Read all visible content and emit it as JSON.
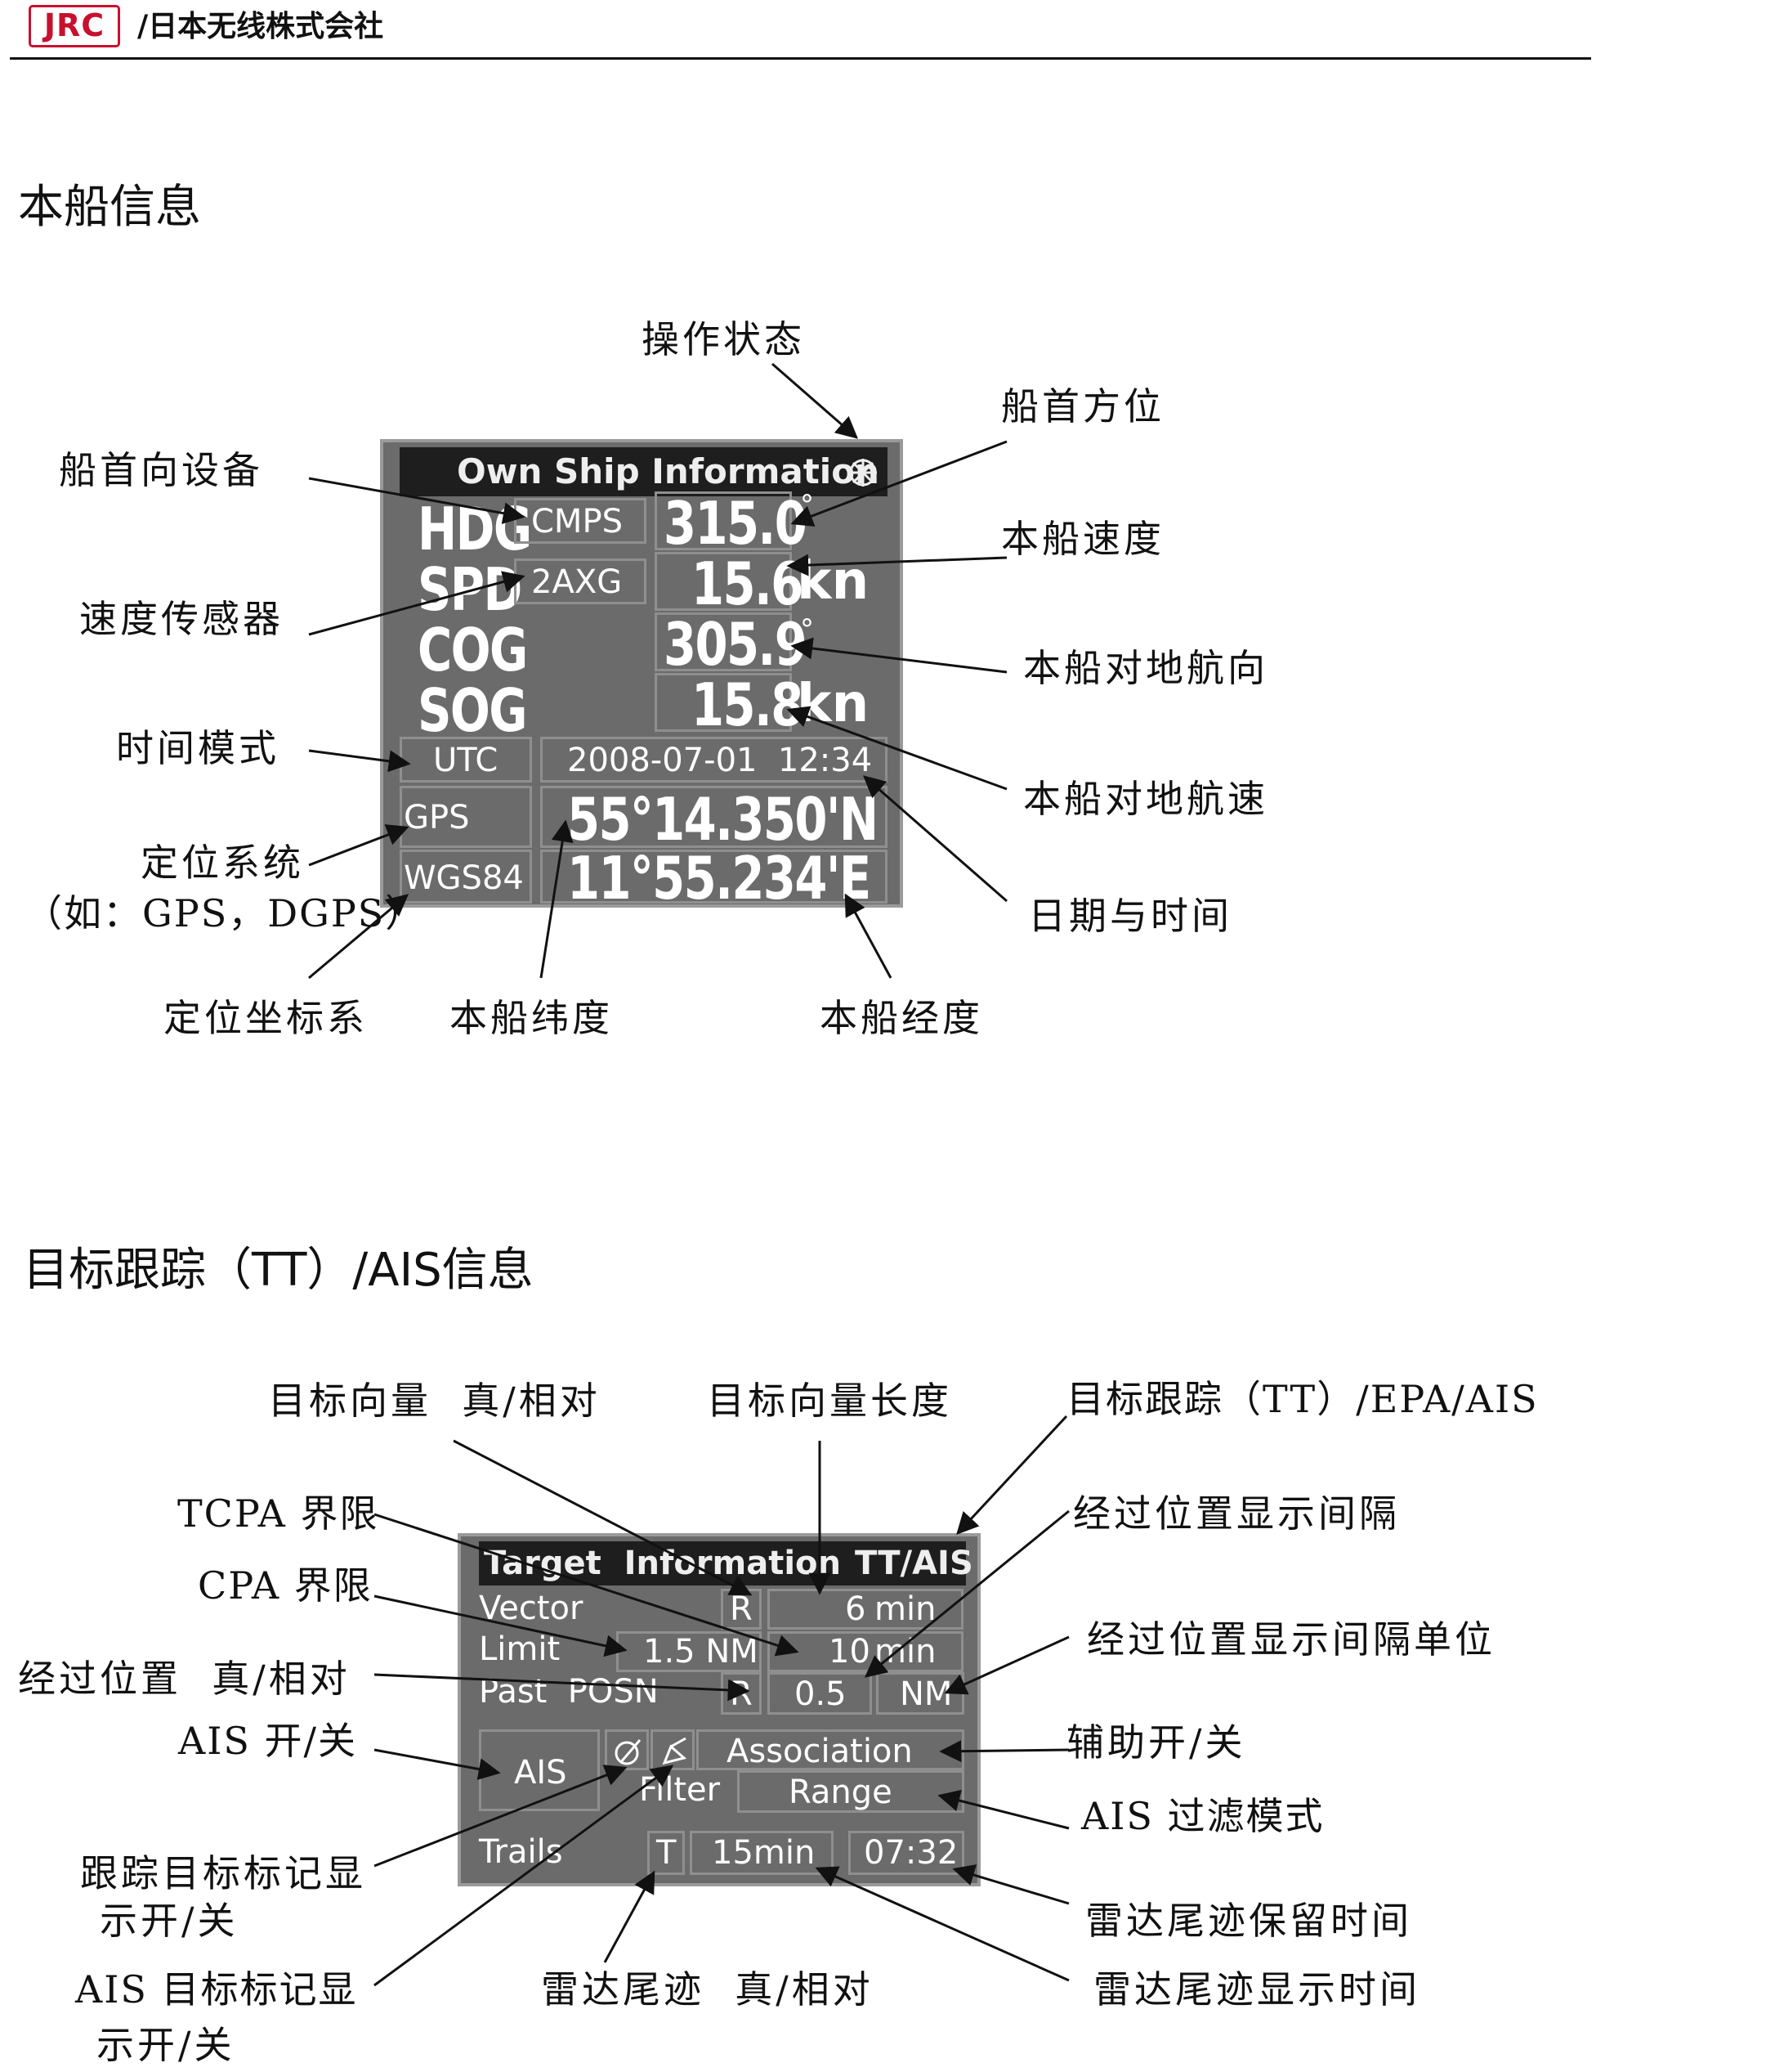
{
  "header": {
    "logo": "JRC",
    "company": "/日本无线株式会社"
  },
  "section1": {
    "title": "本船信息",
    "panel": {
      "title": "Own Ship Information",
      "status_icon": "wheel-icon",
      "hdg": {
        "label": "HDG",
        "source": "CMPS",
        "value": "315.0",
        "unit": "°"
      },
      "spd": {
        "label": "SPD",
        "source": "2AXG",
        "value": "15.6",
        "unit": "kn"
      },
      "cog": {
        "label": "COG",
        "value": "305.9",
        "unit": "°"
      },
      "sog": {
        "label": "SOG",
        "value": "15.8",
        "unit": "kn"
      },
      "time_mode": "UTC",
      "datetime": "2008-07-01  12:34",
      "pos_system": "GPS",
      "datum": "WGS84",
      "lat": "55°14.350'N",
      "lon": "11°55.234'E"
    },
    "labels": {
      "op_state": "操作状态",
      "heading_dev": "船首向设备",
      "heading": "船首方位",
      "speed": "本船速度",
      "speed_sensor": "速度传感器",
      "cog": "本船对地航向",
      "time_mode": "时间模式",
      "sog": "本船对地航速",
      "pos_sys_1": "定位系统",
      "pos_sys_2": "（如：GPS，DGPS）",
      "datetime": "日期与时间",
      "datum": "定位坐标系",
      "lat": "本船纬度",
      "lon": "本船经度"
    }
  },
  "section2": {
    "title": "目标跟踪（TT）/AIS信息",
    "panel": {
      "title": "Target  Information",
      "mode": "TT/AIS",
      "vector": {
        "label": "Vector",
        "mode": "R",
        "value": "6",
        "unit": "min"
      },
      "limit": {
        "label": "Limit",
        "cpa": "1.5 NM",
        "tcpa": "10",
        "tcpa_unit": "min"
      },
      "past": {
        "label": "Past  POSN",
        "mode": "R",
        "value": "0.5",
        "unit": "NM"
      },
      "ais": "AIS",
      "association": "Association",
      "filter": "Filter",
      "range": "Range",
      "trails": {
        "label": "Trails",
        "mode": "T",
        "value": "15min",
        "time": "07:32"
      }
    },
    "labels": {
      "vector_mode": "目标向量  真/相对",
      "vector_len": "目标向量长度",
      "tt_mode": "目标跟踪（TT）/EPA/AIS",
      "tcpa": "TCPA 界限",
      "past_interval": "经过位置显示间隔",
      "cpa": "CPA 界限",
      "past_unit": "经过位置显示间隔单位",
      "past_mode": "经过位置  真/相对",
      "ais_onoff": "AIS 开/关",
      "assoc": "辅助开/关",
      "ais_filter": "AIS 过滤模式",
      "tt_mark_1": "跟踪目标标记显",
      "tt_mark_2": "示开/关",
      "trail_keep": "雷达尾迹保留时间",
      "ais_mark_1": "AIS 目标标记显",
      "ais_mark_2": "示开/关",
      "trail_mode": "雷达尾迹  真/相对",
      "trail_time": "雷达尾迹显示时间"
    }
  }
}
